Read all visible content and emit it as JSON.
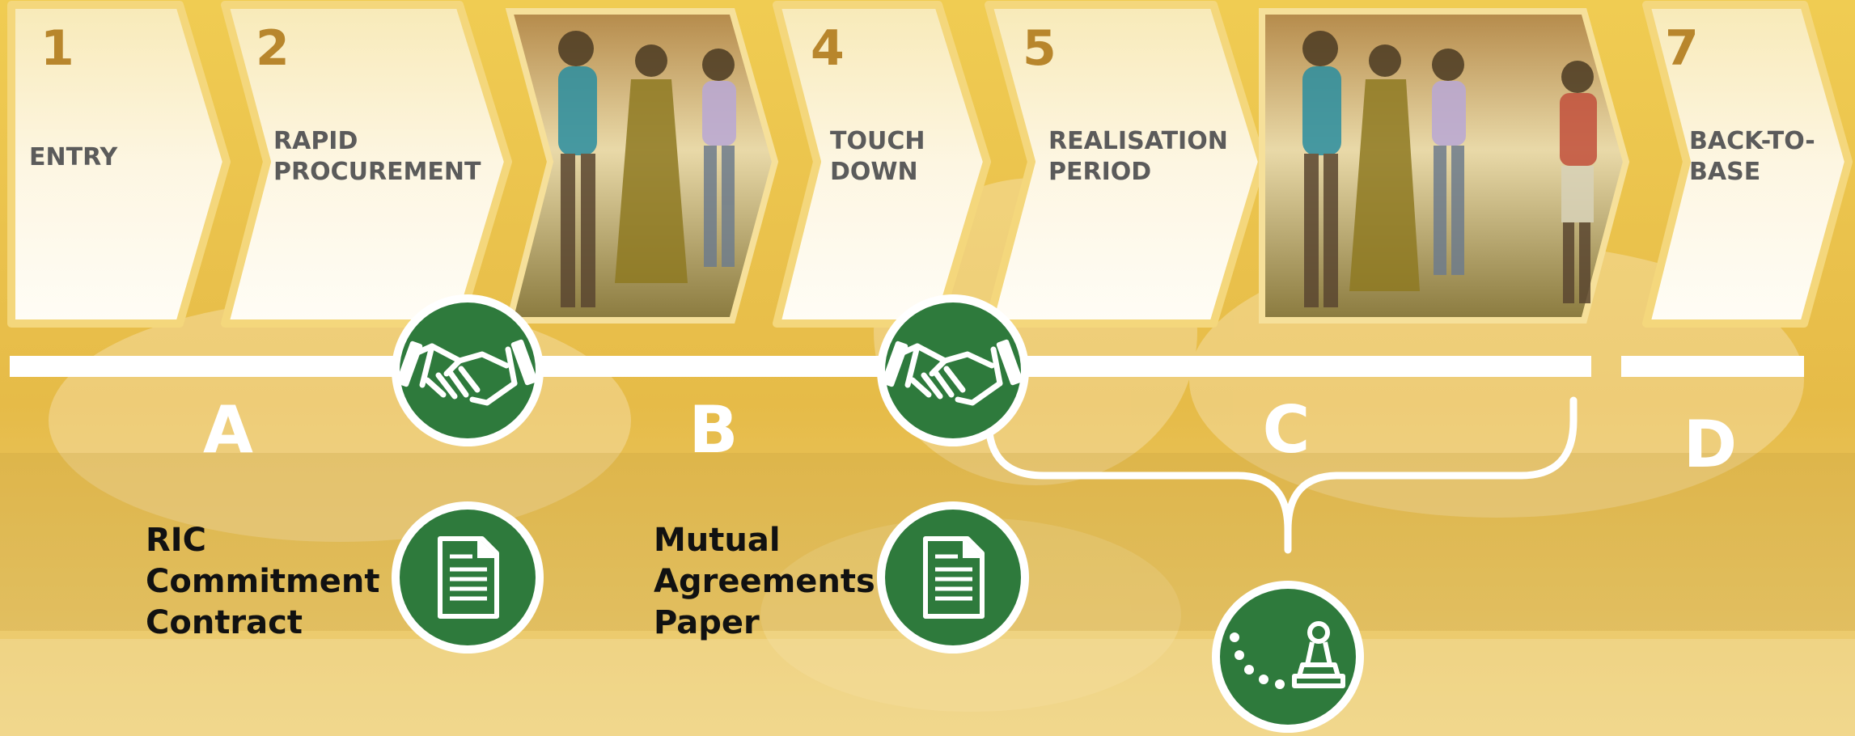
{
  "colors": {
    "background": "#e8bf47",
    "step_card": "#fdf7e4",
    "step_number": "#b8862c",
    "step_label": "#5b5b5b",
    "timeline": "#ffffff",
    "icon_circle": "#2e7a3c",
    "phase_letter": "#ffffff",
    "document_text": "#111111"
  },
  "steps": [
    {
      "number": "1",
      "label_lines": [
        "ENTRY"
      ]
    },
    {
      "number": "2",
      "label_lines": [
        "RAPID",
        "PROCUREMENT"
      ]
    },
    {
      "number": "4",
      "label_lines": [
        "TOUCH",
        "DOWN"
      ]
    },
    {
      "number": "5",
      "label_lines": [
        "REALISATION",
        "PERIOD"
      ]
    },
    {
      "number": "7",
      "label_lines": [
        "BACK-TO-",
        "BASE"
      ]
    }
  ],
  "phases": [
    "A",
    "B",
    "C",
    "D"
  ],
  "documents": [
    {
      "lines": [
        "RIC",
        "Commitment",
        "Contract"
      ]
    },
    {
      "lines": [
        "Mutual",
        "Agreements",
        "Paper"
      ]
    }
  ],
  "icons": [
    "handshake-icon",
    "handshake-icon",
    "document-icon",
    "document-icon",
    "strategy-pawn-icon"
  ]
}
